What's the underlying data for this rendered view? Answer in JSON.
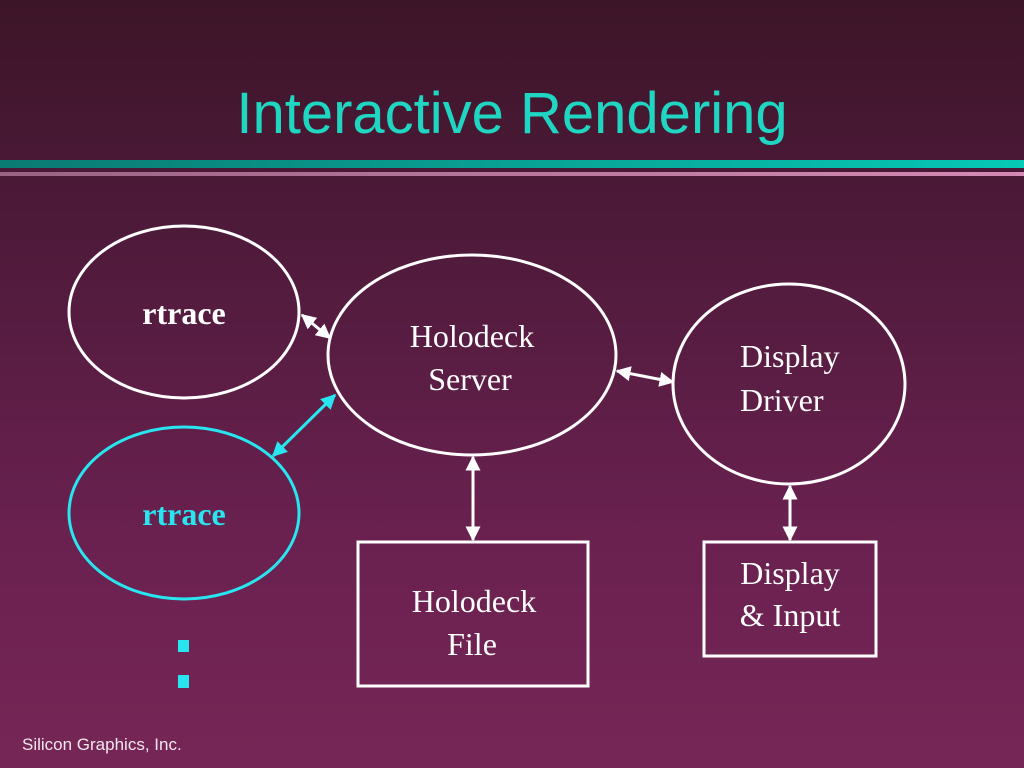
{
  "title": "Interactive Rendering",
  "footer": "Silicon Graphics, Inc.",
  "colors": {
    "title": "#1fd6c2",
    "accent": "#28e6f0",
    "node_stroke": "#ffffff",
    "background_top": "#3d1528",
    "background_bottom": "#762656"
  },
  "nodes": {
    "rtrace1": {
      "label": "rtrace",
      "shape": "ellipse"
    },
    "rtrace2": {
      "label": "rtrace",
      "shape": "ellipse"
    },
    "server": {
      "label_line1": "Holodeck",
      "label_line2": "Server",
      "shape": "ellipse"
    },
    "driver": {
      "label_line1": "Display",
      "label_line2": "Driver",
      "shape": "ellipse"
    },
    "file": {
      "label_line1": "Holodeck",
      "label_line2": "File",
      "shape": "rectangle"
    },
    "input": {
      "label_line1": "Display",
      "label_line2": "& Input",
      "shape": "rectangle"
    }
  },
  "edges": [
    {
      "from": "rtrace1",
      "to": "server",
      "type": "bidirectional"
    },
    {
      "from": "rtrace2",
      "to": "server",
      "type": "bidirectional"
    },
    {
      "from": "server",
      "to": "driver",
      "type": "bidirectional"
    },
    {
      "from": "server",
      "to": "file",
      "type": "bidirectional"
    },
    {
      "from": "driver",
      "to": "input",
      "type": "bidirectional"
    }
  ],
  "ellipsis_marker": "vertical-dots"
}
